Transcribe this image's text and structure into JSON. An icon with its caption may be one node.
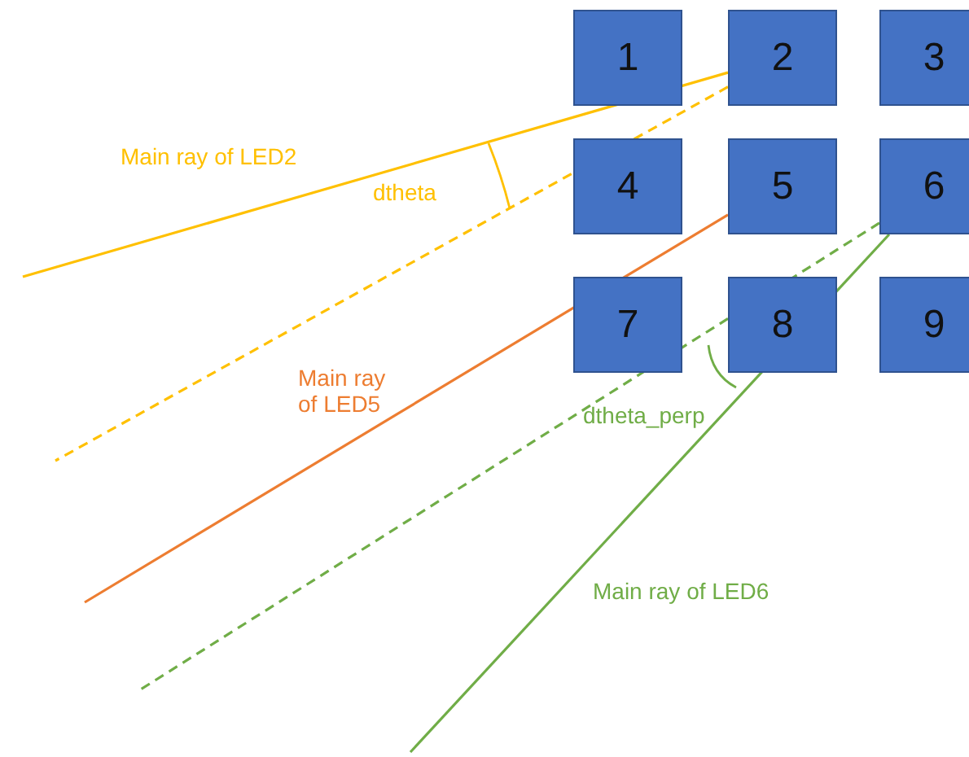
{
  "diagram": {
    "nodes": [
      {
        "text": [
          "1"
        ]
      },
      {
        "text": [
          "2"
        ]
      },
      {
        "text": [
          "3"
        ]
      },
      {
        "text": [
          "4"
        ]
      },
      {
        "text": [
          "5"
        ]
      },
      {
        "text": [
          "6"
        ]
      },
      {
        "text": [
          "7"
        ]
      },
      {
        "text": [
          "8"
        ]
      },
      {
        "text": [
          "9"
        ]
      }
    ],
    "edges": [
      {
        "from": 1,
        "to": null,
        "arrow": "none",
        "color": "#ffc000",
        "label": "Main ray of LED2"
      },
      {
        "from": 1,
        "to": null,
        "arrow": "none",
        "style": "dashed",
        "color": "#ffc000"
      },
      {
        "from": 4,
        "to": null,
        "arrow": "none",
        "color": "#ed7d31",
        "label": "Main ray of LED5"
      },
      {
        "from": 5,
        "to": null,
        "arrow": "none",
        "style": "dashed",
        "color": "#70ad47"
      },
      {
        "from": 5,
        "to": null,
        "arrow": "none",
        "color": "#70ad47",
        "label": "Main ray of LED6"
      }
    ],
    "labels": [
      "dtheta",
      "dtheta_perp"
    ]
  }
}
